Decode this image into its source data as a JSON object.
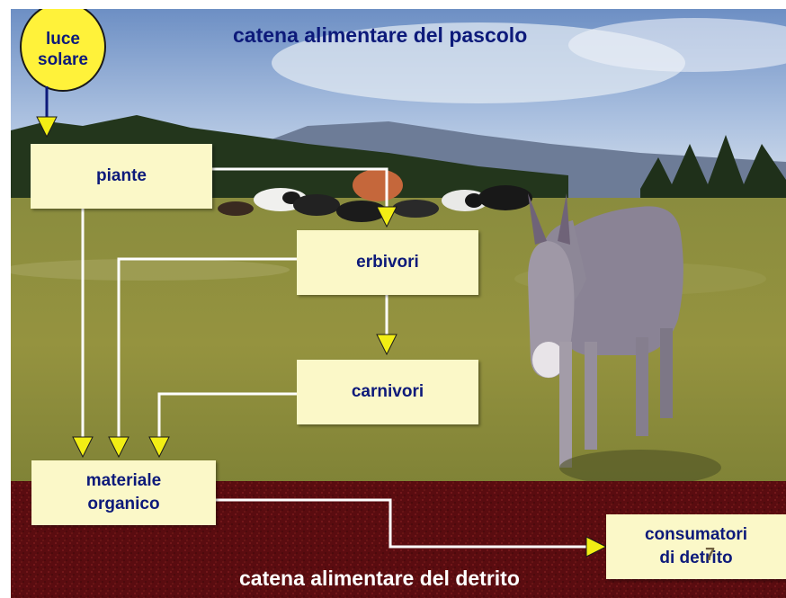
{
  "title_top": "catena alimentare del pascolo",
  "title_bottom": "catena alimentare del detrito",
  "sun": {
    "line1": "luce",
    "line2": "solare"
  },
  "nodes": {
    "piante": "piante",
    "erbivori": "erbivori",
    "carnivori": "carnivori",
    "materiale_line1": "materiale",
    "materiale_line2": "organico",
    "consumatori_line1": "consumatori",
    "consumatori_line2": "di detrito"
  },
  "page_number": "7",
  "colors": {
    "box_fill": "#fbf8c8",
    "box_text": "#0d1a7a",
    "arrow_head": "#f2ee14",
    "connector": "#ffffff",
    "title_top": "#0d1a7a",
    "title_bottom": "#ffffff",
    "soil": "#5a0c10",
    "sun_fill": "#fff23a"
  }
}
